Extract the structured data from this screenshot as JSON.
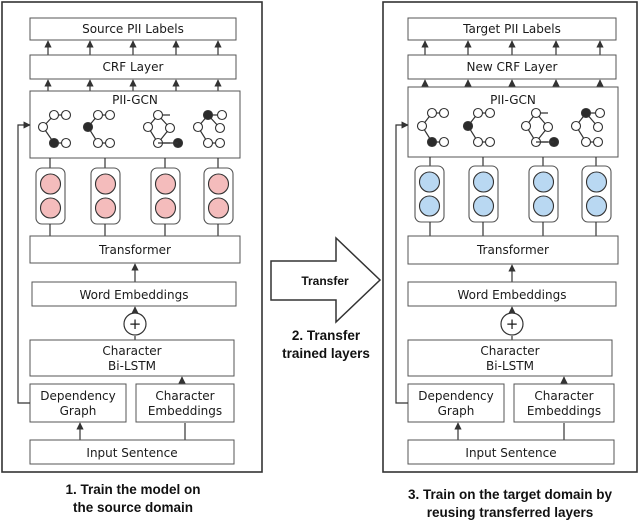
{
  "colors": {
    "source_fill": "#f7c8c8",
    "source_node": "#f4bcbc",
    "target_fill": "#c8e0f4",
    "target_node": "#b9d8f2",
    "dark_node": "#2b2b2b",
    "light_node": "#ffffff"
  },
  "left": {
    "output_labels": "Source PII Labels",
    "crf": "CRF Layer",
    "gcn": "PII-GCN",
    "transformer": "Transformer",
    "word_embeddings": "Word Embeddings",
    "combine_symbol": "+",
    "char_line1": "Character",
    "char_line2": "Bi-LSTM",
    "dep_line1": "Dependency",
    "dep_line2": "Graph",
    "charemb_line1": "Character",
    "charemb_line2": "Embeddings",
    "input": "Input Sentence",
    "caption_line1": "1. Train the model on",
    "caption_line2": "the source domain"
  },
  "middle": {
    "arrow_label": "Transfer",
    "caption_line1": "2. Transfer",
    "caption_line2": "trained layers"
  },
  "right": {
    "output_labels": "Target PII Labels",
    "crf": "New CRF Layer",
    "gcn": "PII-GCN",
    "transformer": "Transformer",
    "word_embeddings": "Word Embeddings",
    "combine_symbol": "+",
    "char_line1": "Character",
    "char_line2": "Bi-LSTM",
    "dep_line1": "Dependency",
    "dep_line2": "Graph",
    "charemb_line1": "Character",
    "charemb_line2": "Embeddings",
    "input": "Input Sentence",
    "caption_line1": "3. Train on the target domain by",
    "caption_line2": "reusing transferred layers"
  }
}
